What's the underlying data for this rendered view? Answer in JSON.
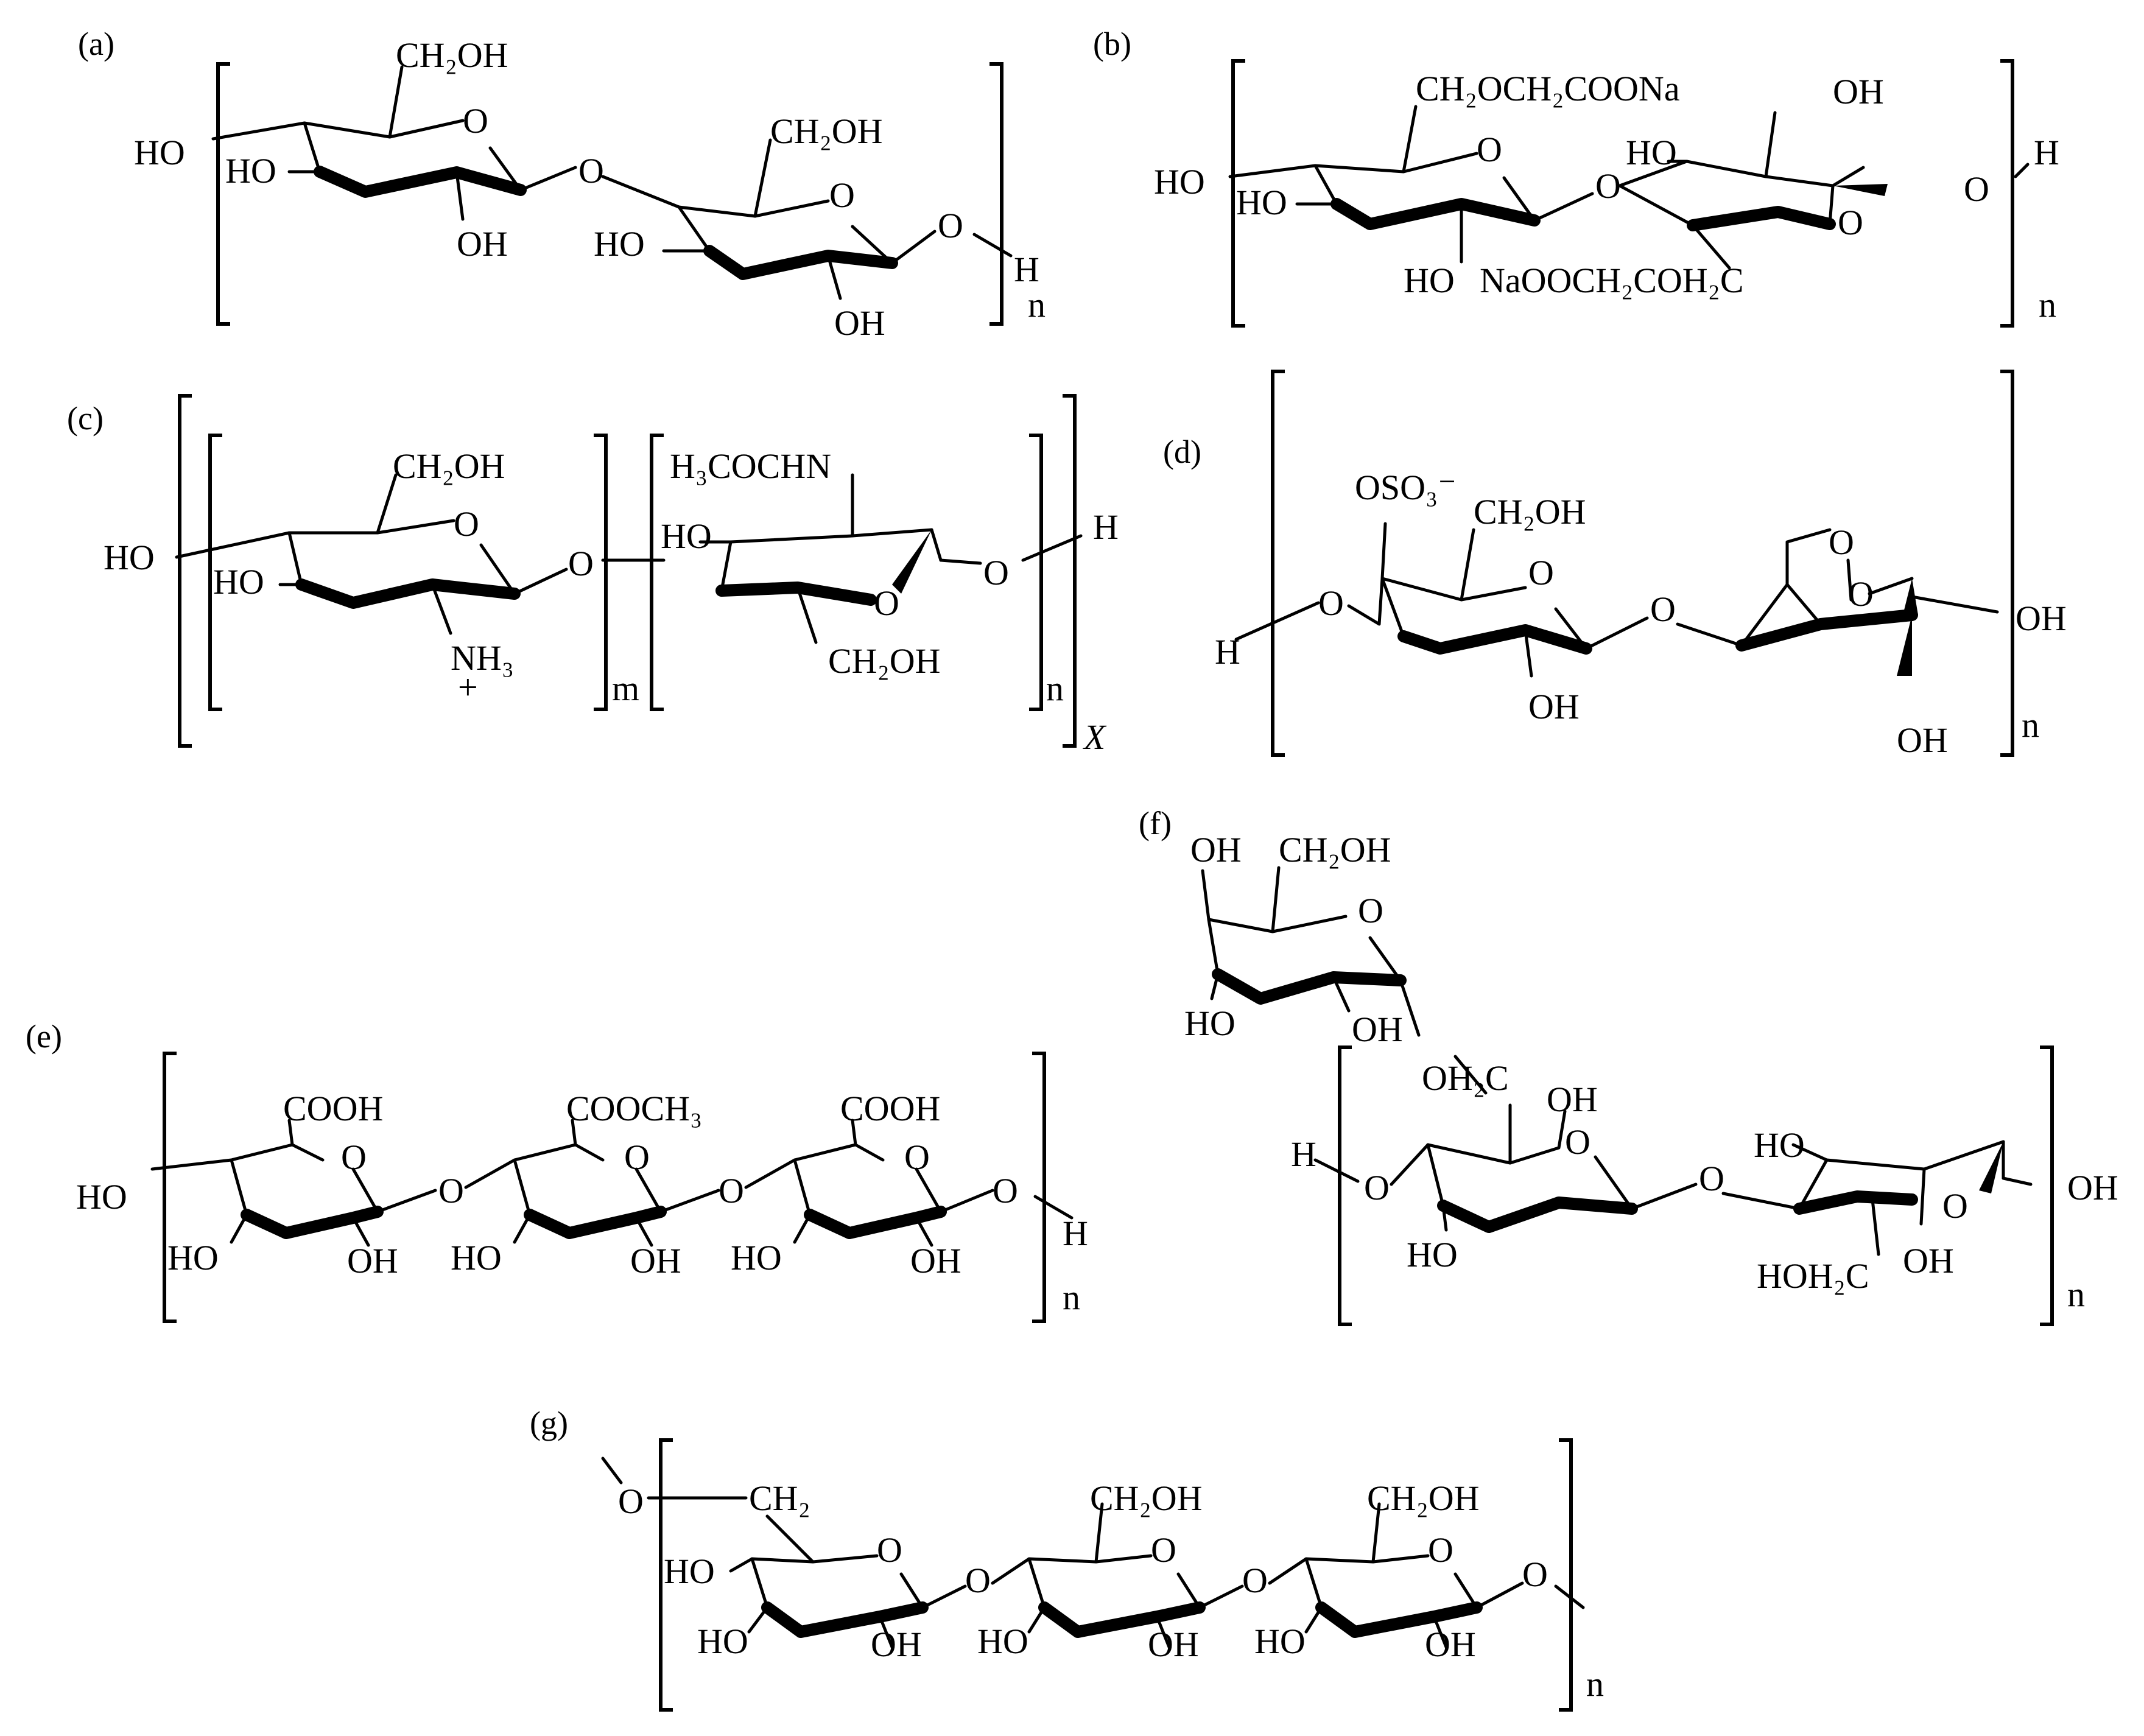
{
  "panels": {
    "a": {
      "label": "(a)",
      "ch2oh_1": "CH₂OH",
      "ch2oh_2": "CH₂OH",
      "o_ring_1": "O",
      "o_ring_2": "O",
      "o_link": "O",
      "o_end": "O",
      "ho_left": "HO",
      "ho_1": "HO",
      "oh_1": "OH",
      "ho_2": "HO",
      "oh_2": "OH",
      "h_end": "H",
      "n": "n"
    },
    "b": {
      "label": "(b)",
      "sub_top": "CH₂OCH₂COONa",
      "sub_bottom": "NaOOCH₂COH₂C",
      "oh_top": "OH",
      "ho_mid": "HO",
      "ho_left": "HO",
      "ho_1": "HO",
      "ho_bottom": "HO",
      "o_ring_1": "O",
      "o_ring_2": "O",
      "o_link": "O",
      "o_end": "O",
      "h_end": "H",
      "n": "n"
    },
    "c": {
      "label": "(c)",
      "ch2oh_1": "CH₂OH",
      "ch2oh_2": "CH₂OH",
      "nhac": "H₃COCHN",
      "nh3": "NH₃",
      "plus": "+",
      "ho_left": "HO",
      "ho_1": "HO",
      "ho_2": "HO",
      "o_ring_1": "O",
      "o_ring_2": "O",
      "o_link": "O",
      "o_end": "O",
      "h_end": "H",
      "m": "m",
      "n": "n",
      "x": "X"
    },
    "d": {
      "label": "(d)",
      "oso3": "OSO₃⁻",
      "ch2oh": "CH₂OH",
      "o_ring_1": "O",
      "o_link": "O",
      "o_bridge": "O",
      "o_ring_2": "O",
      "o_start": "O",
      "h_start": "H",
      "oh_1": "OH",
      "oh_right": "OH",
      "oh_2": "OH",
      "n": "n"
    },
    "e": {
      "label": "(e)",
      "cooh_1": "COOH",
      "cooch3": "COOCH₃",
      "cooh_2": "COOH",
      "ho_left": "HO",
      "o_ring_1": "O",
      "o_ring_2": "O",
      "o_ring_3": "O",
      "o_link_1": "O",
      "o_link_2": "O",
      "o_end": "O",
      "ho_1": "HO",
      "oh_1": "OH",
      "ho_2": "HO",
      "oh_2": "OH",
      "ho_3": "HO",
      "oh_3": "OH",
      "h_end": "H",
      "n": "n"
    },
    "f": {
      "label": "(f)",
      "oh_top": "OH",
      "ch2oh_top": "CH₂OH",
      "o_top": "O",
      "ho_top": "HO",
      "oh_top2": "OH",
      "oh2c": "OH₂C",
      "oh_mid": "OH",
      "o_ring_1": "O",
      "o_start": "O",
      "h_start": "H",
      "ho_1": "HO",
      "o_link": "O",
      "ho_2": "HO",
      "o_ring_2": "O",
      "oh_right": "OH",
      "hoh2c": "HOH₂C",
      "oh_bottom": "OH",
      "n": "n"
    },
    "g": {
      "label": "(g)",
      "o_start": "O",
      "ch2": "CH₂",
      "ch2oh_1": "CH₂OH",
      "ch2oh_2": "CH₂OH",
      "o_ring_1": "O",
      "o_ring_2": "O",
      "o_ring_3": "O",
      "o_link_1": "O",
      "o_link_2": "O",
      "o_end": "O",
      "ho_1": "HO",
      "oh_1": "OH",
      "ho_2": "HO",
      "oh_2": "OH",
      "ho_3": "HO",
      "oh_3": "OH",
      "ho_4": "HO",
      "n": "n"
    }
  }
}
